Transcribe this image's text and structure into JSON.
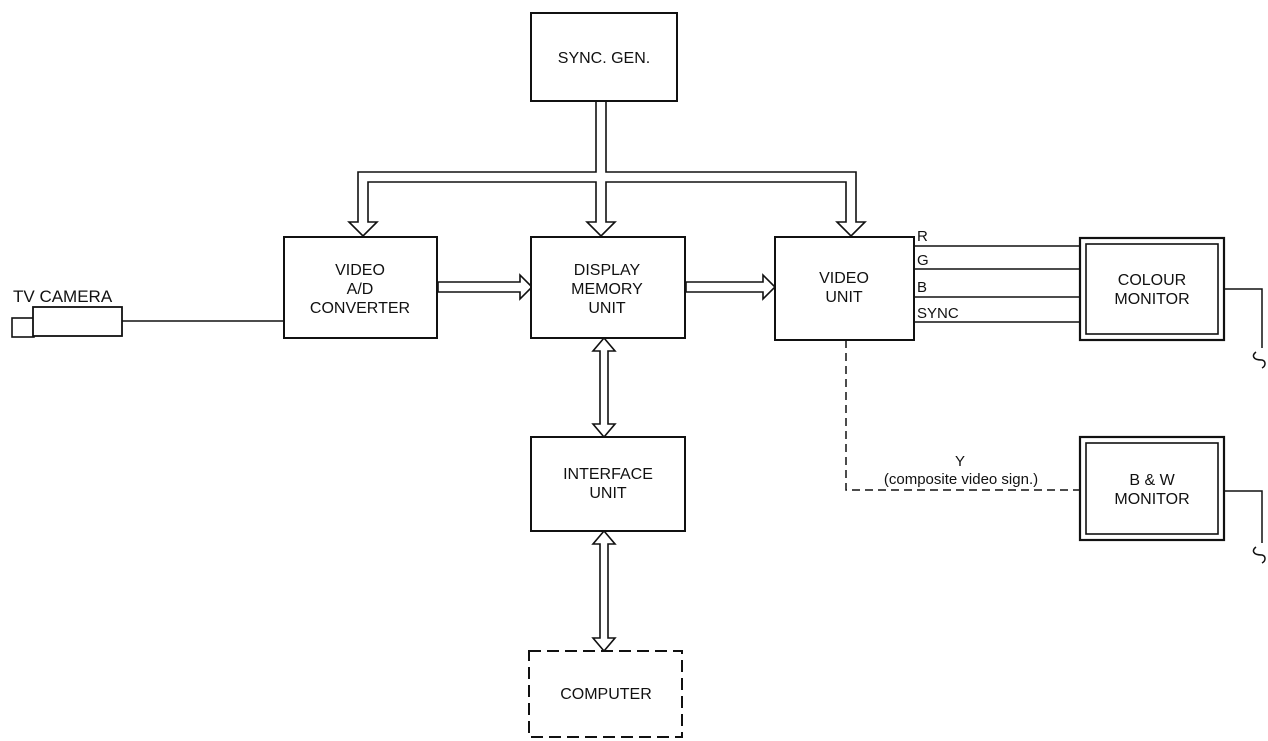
{
  "blocks": {
    "sync_gen": [
      "SYNC. GEN."
    ],
    "video_converter": [
      "VIDEO",
      "A/D",
      "CONVERTER"
    ],
    "display_memory": [
      "DISPLAY",
      "MEMORY",
      "UNIT"
    ],
    "video_unit": [
      "VIDEO",
      "UNIT"
    ],
    "interface_unit": [
      "INTERFACE",
      "UNIT"
    ],
    "computer": [
      "COMPUTER"
    ],
    "colour_monitor": [
      "COLOUR",
      "MONITOR"
    ],
    "bw_monitor": [
      "B & W",
      "MONITOR"
    ]
  },
  "tv_camera_label": "TV CAMERA",
  "signals": {
    "r": "R",
    "g": "G",
    "b": "B",
    "sync": "SYNC",
    "y": "Y",
    "y_desc": "(composite video sign.)"
  }
}
